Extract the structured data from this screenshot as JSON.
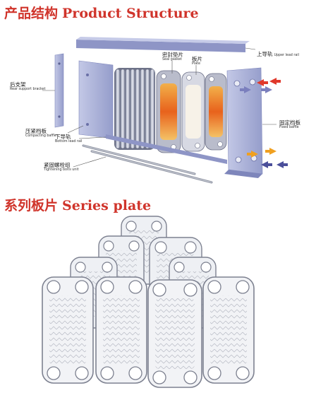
{
  "sections": {
    "structure": {
      "cn": "产品结构",
      "en": "Product Structure"
    },
    "plates": {
      "cn": "系列板片",
      "en": "Series plate"
    }
  },
  "labels": {
    "upper_lead_rail": {
      "cn": "上导轨",
      "en": "Upper lead rail"
    },
    "seal_gasket": {
      "cn": "密封垫片",
      "en": "Seal gasket"
    },
    "plate": {
      "cn": "板片",
      "en": "Plate"
    },
    "rear_support_bracket": {
      "cn": "后支架",
      "en": "Rear support bracket"
    },
    "fixed_baffle": {
      "cn": "固定档板",
      "en": "Fixed baffle"
    },
    "compacting_baffle": {
      "cn": "压紧档板",
      "en": "Compacting baffle"
    },
    "bottom_lead_rail": {
      "cn": "下导轨",
      "en": "Bottom lead rail"
    },
    "tightening_bolts_unit": {
      "cn": "紧固螺栓组",
      "en": "Tightening bolts unit"
    }
  },
  "colors": {
    "heading": "#d0342b",
    "frame": "#a9b0d8",
    "frame_dark": "#7e86bb",
    "arrow_red": "#e0392b",
    "arrow_blue": "#4b4f9a",
    "arrow_orange": "#f0a020",
    "hot": "#e8621c"
  }
}
